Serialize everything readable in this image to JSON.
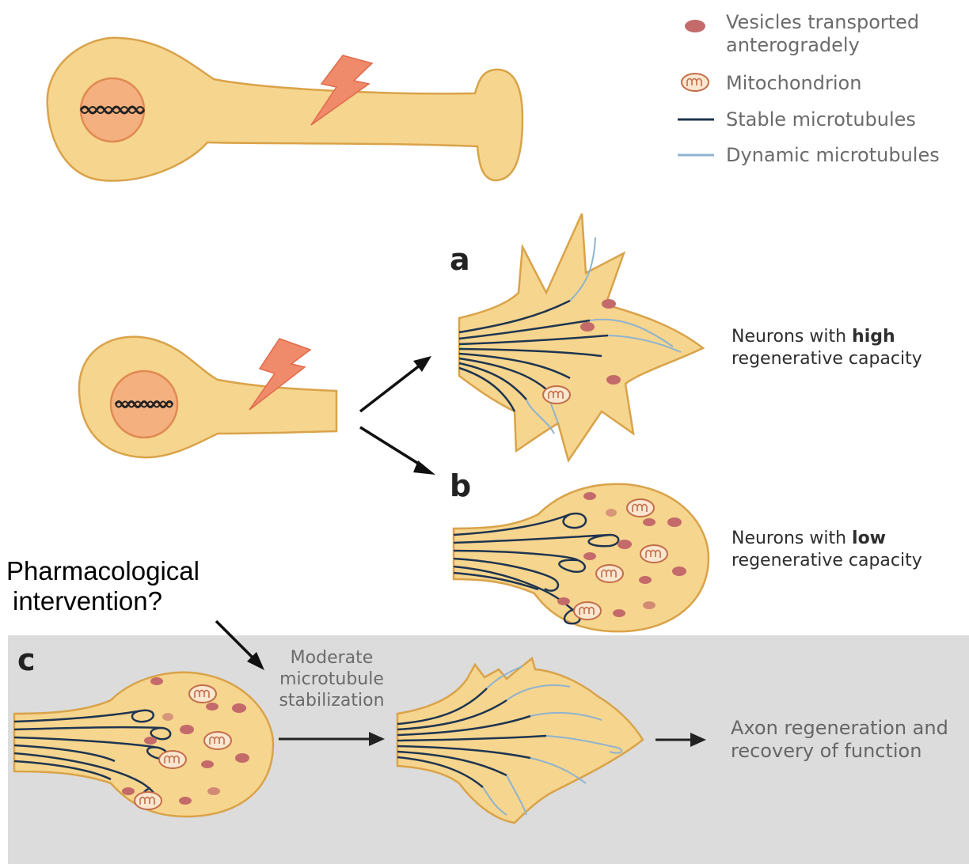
{
  "legend": {
    "vesicles_line1": "Vesicles transported",
    "vesicles_line2": "anterogradely",
    "mitochondrion": "Mitochondrion",
    "stable": "Stable microtubules",
    "dynamic": "Dynamic microtubules"
  },
  "panel_a": {
    "label": "a",
    "caption_line1_prefix": "Neurons with ",
    "caption_line1_bold": "high",
    "caption_line2": "regenerative capacity"
  },
  "panel_b": {
    "label": "b",
    "caption_line1_prefix": "Neurons with ",
    "caption_line1_bold": "low",
    "caption_line2": "regenerative capacity"
  },
  "panel_c": {
    "label": "c",
    "pharma_line1": "Pharmacological",
    "pharma_line2": "intervention?",
    "mod_line1": "Moderate",
    "mod_line2": "microtubule",
    "mod_line3": "stabilization",
    "outcome_line1": "Axon regeneration and",
    "outcome_line2": "recovery of function"
  },
  "colors": {
    "cytoplasm": "#f6d58e",
    "cell_outline": "#d9a34a",
    "nucleus": "#f4b07e",
    "nucleus_outline": "#e08a52",
    "lightning": "#ef8a6b",
    "vesicle": "#c46a6a",
    "stable_mt": "#1f3550",
    "dynamic_mt": "#8fb3cf",
    "panel_c_bg": "#dcdcdc"
  }
}
